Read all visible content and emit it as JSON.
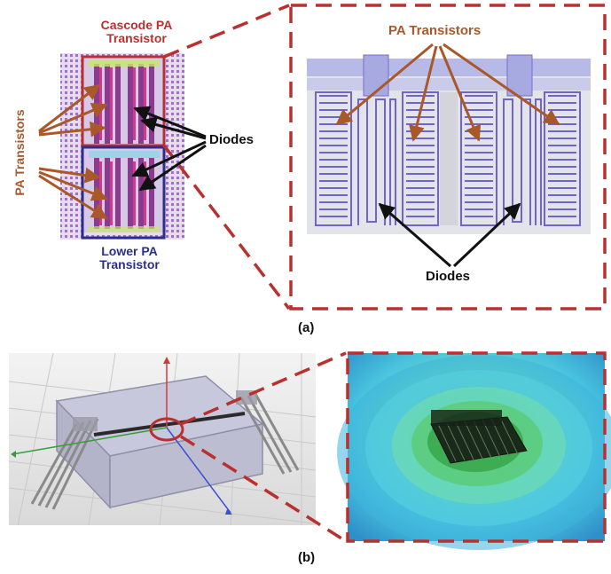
{
  "panel_a": {
    "cascode_label_line1": "Cascode PA",
    "cascode_label_line2": "Transistor",
    "lower_label_line1": "Lower PA",
    "lower_label_line2": "Transistor",
    "left_pa_label": "PA Transistors",
    "left_diodes_label": "Diodes",
    "zoom_pa_label": "PA Transistors",
    "zoom_diodes_label": "Diodes",
    "caption": "(a)"
  },
  "panel_b": {
    "caption": "(b)"
  },
  "colors": {
    "callout_red": "#b8312f",
    "lower_blue": "#2c2f8a",
    "label_brown": "#a9582a",
    "layout_purple": "#7a6bd0",
    "field_cyan": "#3fb7d8"
  }
}
